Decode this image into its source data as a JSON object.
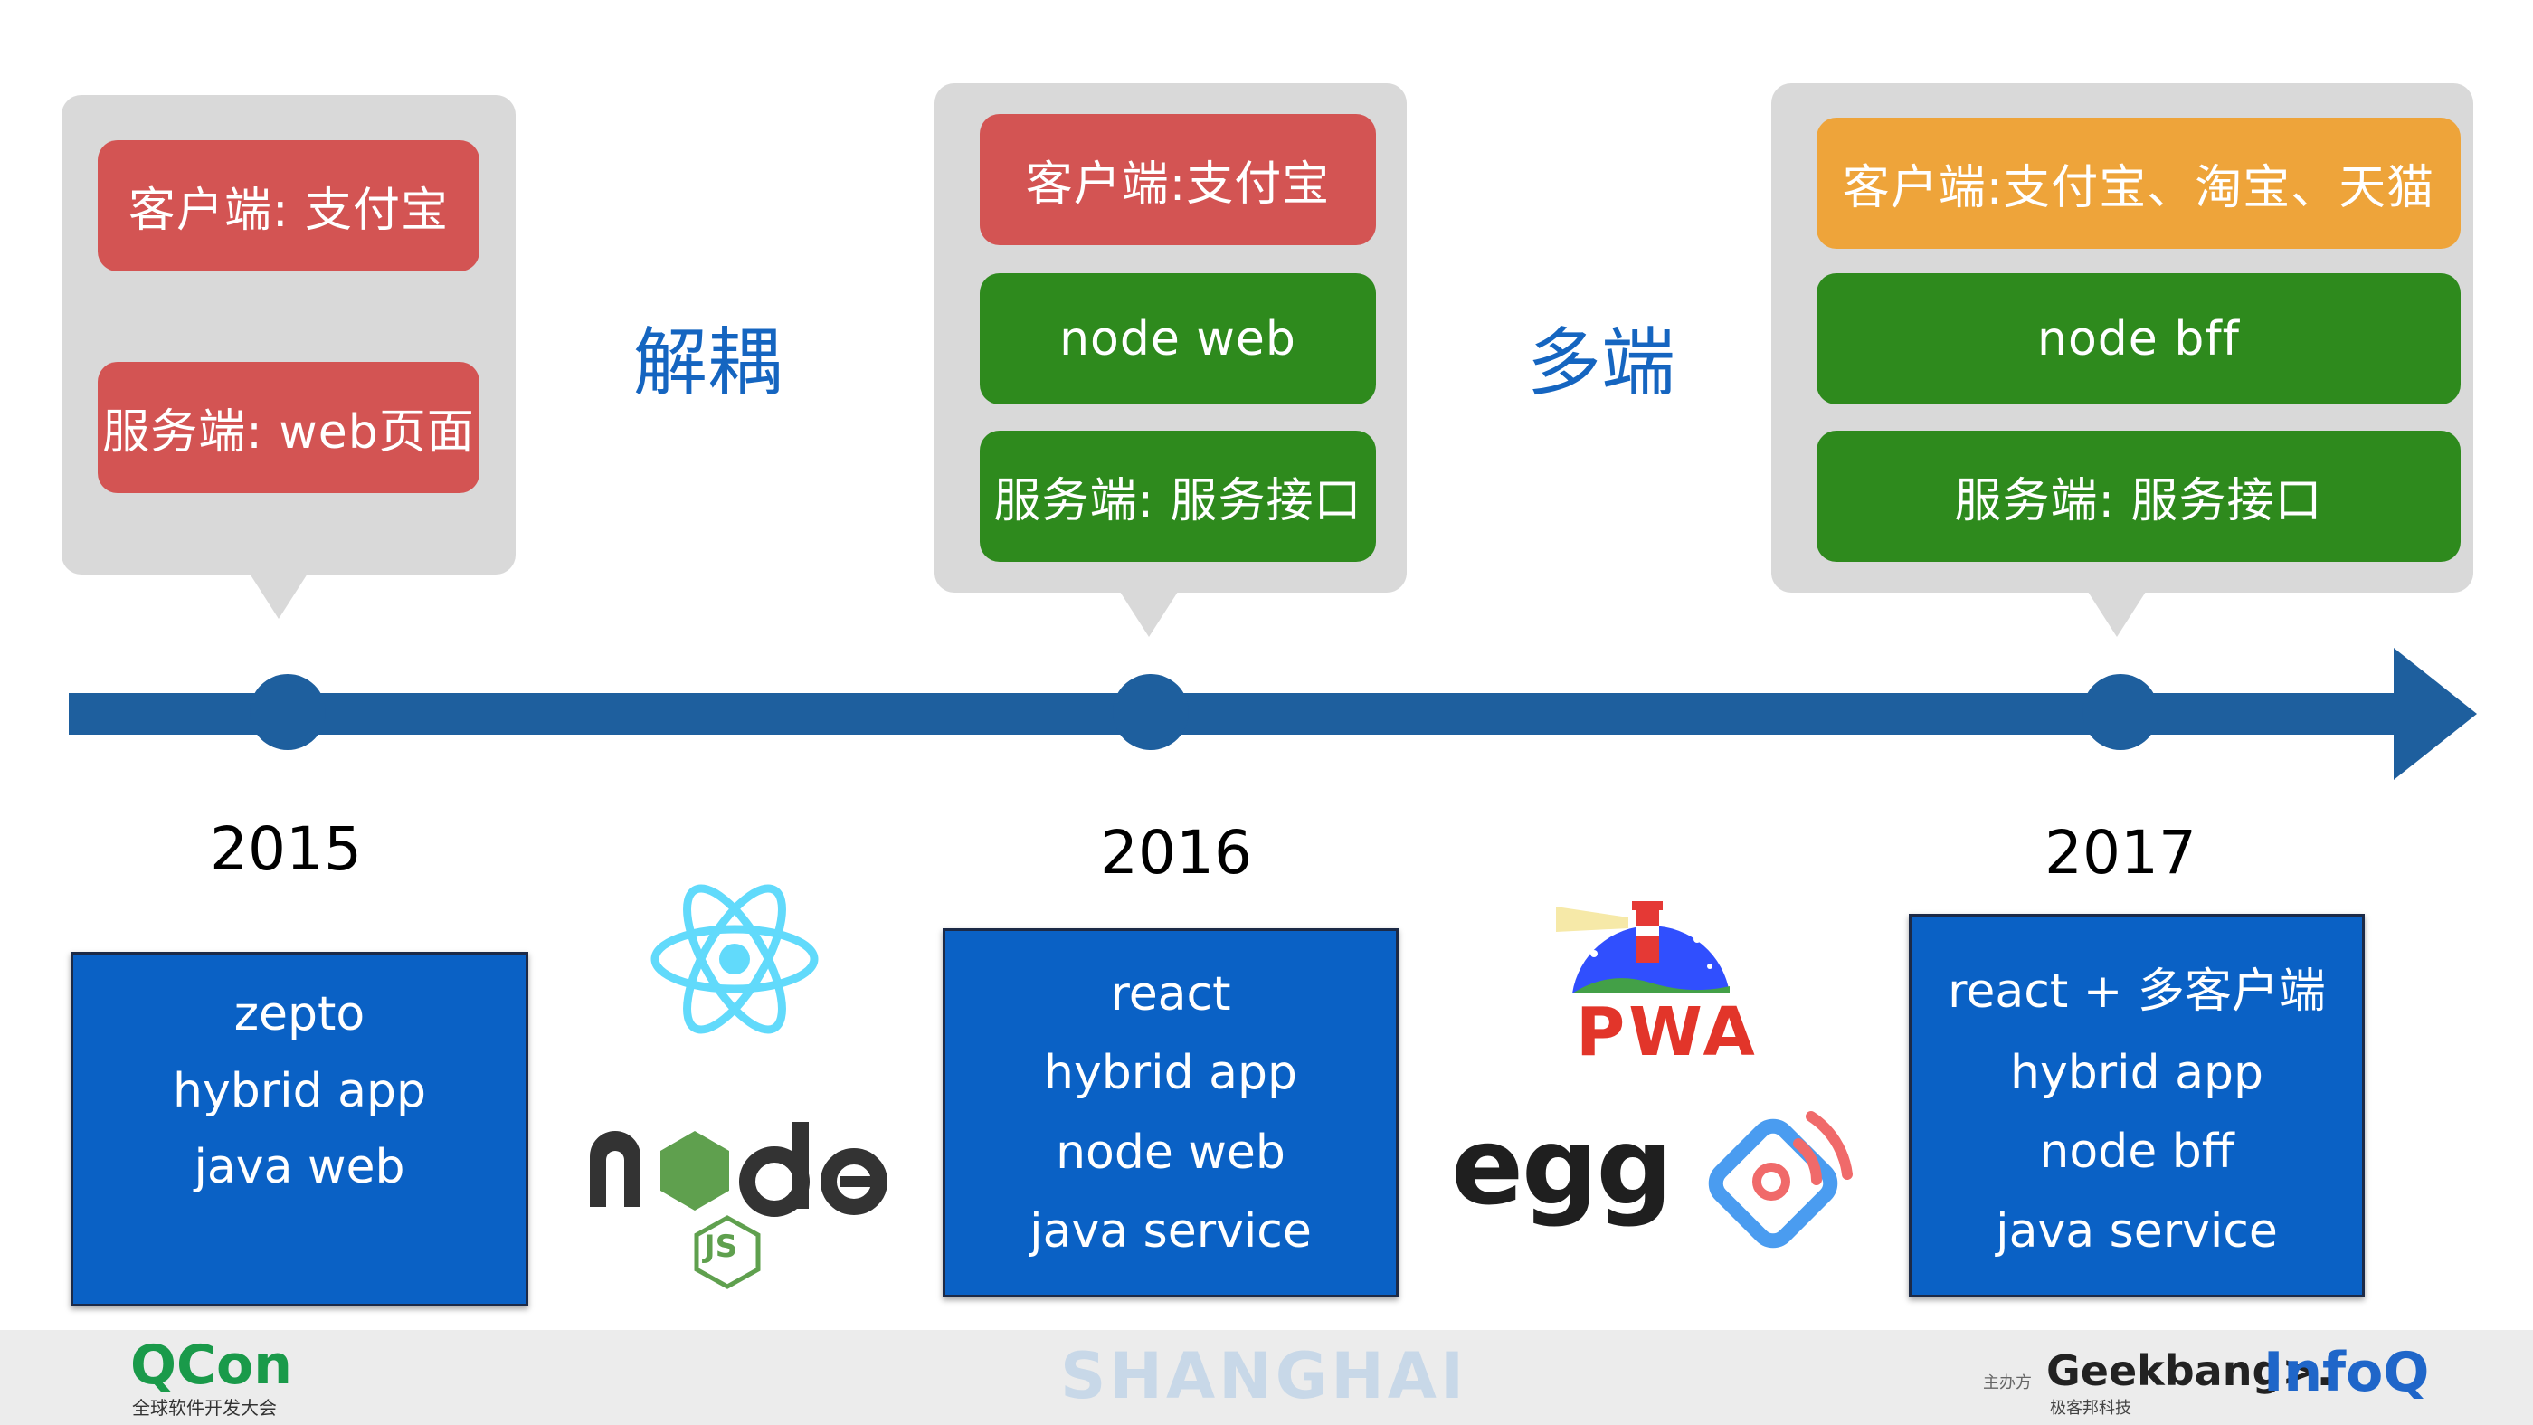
{
  "timeline": {
    "color": "#1e5f9e",
    "years": [
      "2015",
      "2016",
      "2017"
    ]
  },
  "connectors": [
    "解耦",
    "多端"
  ],
  "stage_2015": {
    "boxes": [
      "客户端: 支付宝",
      "服务端: web页面"
    ],
    "stack": [
      "zepto",
      "hybrid app",
      "java web"
    ]
  },
  "stage_2016": {
    "boxes": [
      "客户端:支付宝",
      "node  web",
      "服务端: 服务接口"
    ],
    "stack": [
      "react",
      "hybrid app",
      "node web",
      "java service"
    ]
  },
  "stage_2017": {
    "boxes": [
      "客户端:支付宝、淘宝、天猫",
      "node  bff",
      "服务端: 服务接口"
    ],
    "stack": [
      "react + 多客户端",
      "hybrid app",
      "node bff",
      "java service"
    ]
  },
  "logos": {
    "react": "react-logo",
    "node": "node",
    "node_js_badge": "JS",
    "pwa": "PWA",
    "egg": "egg",
    "weex": "weex-logo"
  },
  "footer": {
    "qcon": "QCon",
    "qcon_sub": "全球软件开发大会",
    "city": "SHANGHAI",
    "sponsor_label": "主办方",
    "geekbang": "Geekbang>.",
    "geekbang_sub": "极客邦科技",
    "infoq": "InfoQ"
  },
  "colors": {
    "client_red": "#d35453",
    "node_green": "#2e8a1d",
    "multi_orange": "#eea43a",
    "stack_blue": "#0a61c5",
    "connector_blue": "#1565c0",
    "panel_gray": "#d9d9d9"
  }
}
